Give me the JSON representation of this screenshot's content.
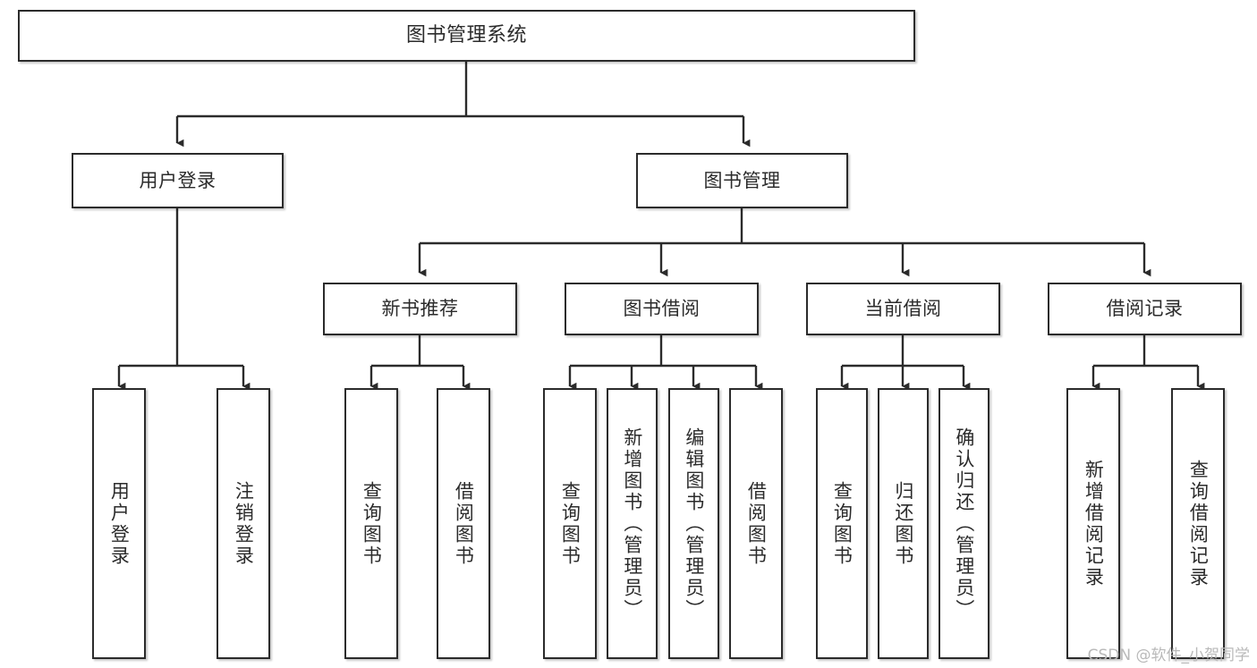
{
  "diagram": {
    "title": "图书管理系统",
    "type": "hierarchy-tree",
    "colors": {
      "box_border": "#2b2b2b",
      "box_fill": "#ffffff",
      "edge": "#2b2b2b",
      "text": "#2b2b2b",
      "watermark": "#b9b9b9"
    },
    "levels": [
      {
        "level": 1,
        "nodes": [
          {
            "id": "root",
            "label": "图书管理系统",
            "orientation": "horizontal"
          }
        ]
      },
      {
        "level": 2,
        "nodes": [
          {
            "id": "user-login",
            "label": "用户登录",
            "orientation": "horizontal"
          },
          {
            "id": "book-manage",
            "label": "图书管理",
            "orientation": "horizontal"
          }
        ]
      },
      {
        "level": 3,
        "nodes": [
          {
            "id": "new-book-recommend",
            "label": "新书推荐",
            "orientation": "horizontal"
          },
          {
            "id": "book-borrow",
            "label": "图书借阅",
            "orientation": "horizontal"
          },
          {
            "id": "current-borrow",
            "label": "当前借阅",
            "orientation": "horizontal"
          },
          {
            "id": "borrow-record",
            "label": "借阅记录",
            "orientation": "horizontal"
          }
        ]
      },
      {
        "level": 4,
        "nodes": [
          {
            "id": "leaf-user-login",
            "label": "用户登录",
            "orientation": "vertical",
            "parent": "user-login"
          },
          {
            "id": "leaf-user-logout",
            "label": "注销登录",
            "orientation": "vertical",
            "parent": "user-login"
          },
          {
            "id": "leaf-query-book-1",
            "label": "查询图书",
            "orientation": "vertical",
            "parent": "new-book-recommend"
          },
          {
            "id": "leaf-borrow-book-1",
            "label": "借阅图书",
            "orientation": "vertical",
            "parent": "new-book-recommend"
          },
          {
            "id": "leaf-query-book-2",
            "label": "查询图书",
            "orientation": "vertical",
            "parent": "book-borrow"
          },
          {
            "id": "leaf-add-book",
            "label": "新增图书（管理员）",
            "orientation": "vertical",
            "parent": "book-borrow"
          },
          {
            "id": "leaf-edit-book",
            "label": "编辑图书（管理员）",
            "orientation": "vertical",
            "parent": "book-borrow"
          },
          {
            "id": "leaf-borrow-book-2",
            "label": "借阅图书",
            "orientation": "vertical",
            "parent": "book-borrow"
          },
          {
            "id": "leaf-query-book-3",
            "label": "查询图书",
            "orientation": "vertical",
            "parent": "current-borrow"
          },
          {
            "id": "leaf-return-book",
            "label": "归还图书",
            "orientation": "vertical",
            "parent": "current-borrow"
          },
          {
            "id": "leaf-confirm-return",
            "label": "确认归还（管理员）",
            "orientation": "vertical",
            "parent": "current-borrow"
          },
          {
            "id": "leaf-add-record",
            "label": "新增借阅记录",
            "orientation": "vertical",
            "parent": "borrow-record"
          },
          {
            "id": "leaf-query-record",
            "label": "查询借阅记录",
            "orientation": "vertical",
            "parent": "borrow-record"
          }
        ]
      }
    ],
    "watermark": "CSDN @软件_小贺同学"
  }
}
